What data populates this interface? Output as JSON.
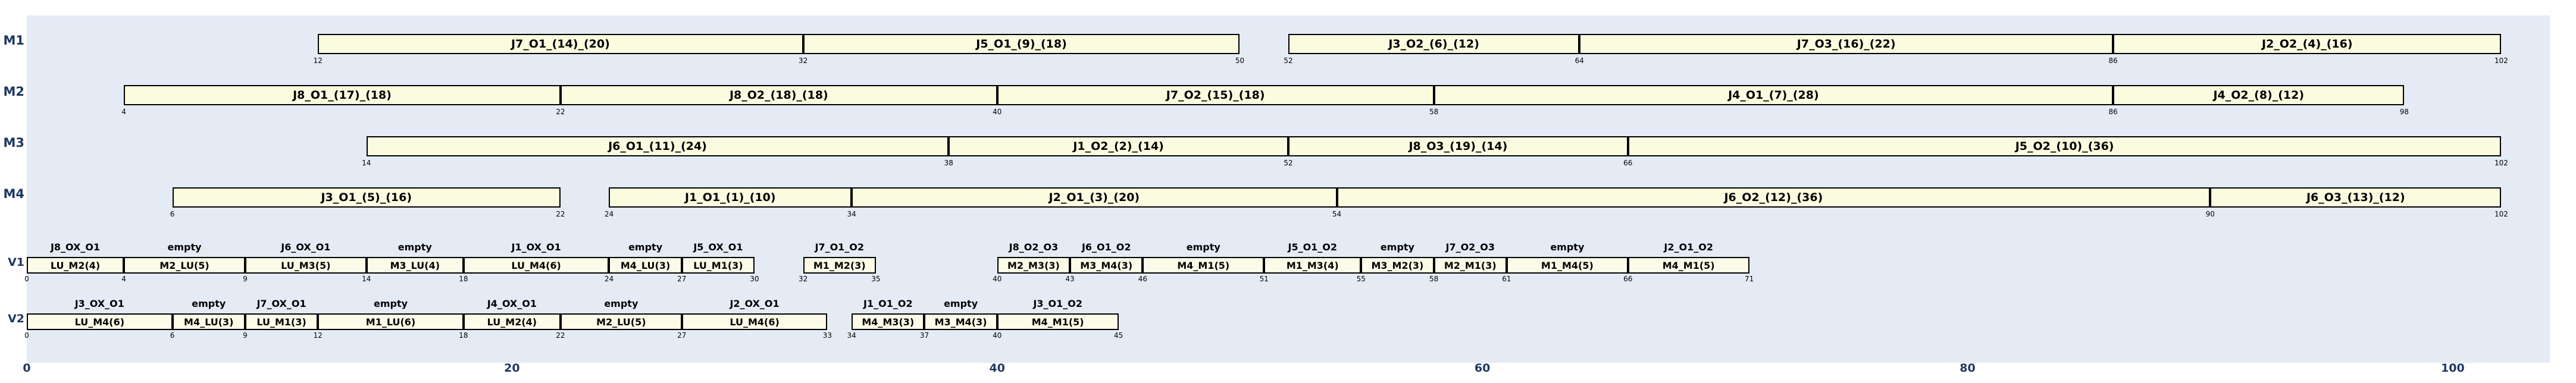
{
  "chart_data": {
    "type": "bar",
    "title": "",
    "xlabel": "",
    "ylabel": "",
    "xlim": [
      0,
      104
    ],
    "ylim": [
      0,
      6
    ],
    "grid": false,
    "legend": "none",
    "categories": [
      "M1",
      "M2",
      "M3",
      "M4",
      "V1",
      "V2"
    ],
    "axis_ticks": [
      {
        "value": 0,
        "label": "0"
      },
      {
        "value": 20,
        "label": "20"
      },
      {
        "value": 40,
        "label": "40"
      },
      {
        "value": 60,
        "label": "60"
      },
      {
        "value": 80,
        "label": "80"
      },
      {
        "value": 100,
        "label": "100"
      }
    ],
    "series": [
      {
        "name": "M1",
        "label": "M1",
        "kind": "machine",
        "bars": [
          {
            "label": "J7_O1_(14)_(20)",
            "start": 12,
            "end": 32
          },
          {
            "label": "J5_O1_(9)_(18)",
            "start": 32,
            "end": 50
          },
          {
            "label": "J3_O2_(6)_(12)",
            "start": 52,
            "end": 64
          },
          {
            "label": "J7_O3_(16)_(22)",
            "start": 64,
            "end": 86
          },
          {
            "label": "J2_O2_(4)_(16)",
            "start": 86,
            "end": 102
          }
        ],
        "ticks": [
          12,
          32,
          50,
          52,
          64,
          86,
          102
        ]
      },
      {
        "name": "M2",
        "label": "M2",
        "kind": "machine",
        "bars": [
          {
            "label": "J8_O1_(17)_(18)",
            "start": 4,
            "end": 22
          },
          {
            "label": "J8_O2_(18)_(18)",
            "start": 22,
            "end": 40
          },
          {
            "label": "J7_O2_(15)_(18)",
            "start": 40,
            "end": 58
          },
          {
            "label": "J4_O1_(7)_(28)",
            "start": 58,
            "end": 86
          },
          {
            "label": "J4_O2_(8)_(12)",
            "start": 86,
            "end": 98
          }
        ],
        "ticks": [
          4,
          22,
          40,
          58,
          86,
          98
        ]
      },
      {
        "name": "M3",
        "label": "M3",
        "kind": "machine",
        "bars": [
          {
            "label": "J6_O1_(11)_(24)",
            "start": 14,
            "end": 38
          },
          {
            "label": "J1_O2_(2)_(14)",
            "start": 38,
            "end": 52
          },
          {
            "label": "J8_O3_(19)_(14)",
            "start": 52,
            "end": 66
          },
          {
            "label": "J5_O2_(10)_(36)",
            "start": 66,
            "end": 102
          }
        ],
        "ticks": [
          14,
          38,
          52,
          66,
          102
        ]
      },
      {
        "name": "M4",
        "label": "M4",
        "kind": "machine",
        "bars": [
          {
            "label": "J3_O1_(5)_(16)",
            "start": 6,
            "end": 22
          },
          {
            "label": "J1_O1_(1)_(10)",
            "start": 24,
            "end": 34
          },
          {
            "label": "J2_O1_(3)_(20)",
            "start": 34,
            "end": 54
          },
          {
            "label": "J6_O2_(12)_(36)",
            "start": 54,
            "end": 90
          },
          {
            "label": "J6_O3_(13)_(12)",
            "start": 90,
            "end": 102
          }
        ],
        "ticks": [
          6,
          22,
          24,
          34,
          54,
          90,
          102
        ]
      },
      {
        "name": "V1",
        "label": "V1",
        "kind": "vehicle",
        "bars": [
          {
            "top": "J8_OX_O1",
            "label": "LU_M2(4)",
            "start": 0,
            "end": 4
          },
          {
            "top": "empty",
            "label": "M2_LU(5)",
            "start": 4,
            "end": 9
          },
          {
            "top": "J6_OX_O1",
            "label": "LU_M3(5)",
            "start": 9,
            "end": 14
          },
          {
            "top": "empty",
            "label": "M3_LU(4)",
            "start": 14,
            "end": 18
          },
          {
            "top": "J1_OX_O1",
            "label": "LU_M4(6)",
            "start": 18,
            "end": 24
          },
          {
            "top": "empty",
            "label": "M4_LU(3)",
            "start": 24,
            "end": 27
          },
          {
            "top": "J5_OX_O1",
            "label": "LU_M1(3)",
            "start": 27,
            "end": 30
          },
          {
            "top": "J7_O1_O2",
            "label": "M1_M2(3)",
            "start": 32,
            "end": 35
          },
          {
            "top": "J8_O2_O3",
            "label": "M2_M3(3)",
            "start": 40,
            "end": 43
          },
          {
            "top": "J6_O1_O2",
            "label": "M3_M4(3)",
            "start": 43,
            "end": 46
          },
          {
            "top": "empty",
            "label": "M4_M1(5)",
            "start": 46,
            "end": 51
          },
          {
            "top": "J5_O1_O2",
            "label": "M1_M3(4)",
            "start": 51,
            "end": 55
          },
          {
            "top": "empty",
            "label": "M3_M2(3)",
            "start": 55,
            "end": 58
          },
          {
            "top": "J7_O2_O3",
            "label": "M2_M1(3)",
            "start": 58,
            "end": 61
          },
          {
            "top": "empty",
            "label": "M1_M4(5)",
            "start": 61,
            "end": 66
          },
          {
            "top": "J2_O1_O2",
            "label": "M4_M1(5)",
            "start": 66,
            "end": 71
          }
        ],
        "ticks": [
          0,
          4,
          9,
          14,
          18,
          24,
          27,
          30,
          32,
          35,
          40,
          43,
          46,
          51,
          55,
          58,
          61,
          66,
          71
        ]
      },
      {
        "name": "V2",
        "label": "V2",
        "kind": "vehicle",
        "bars": [
          {
            "top": "J3_OX_O1",
            "label": "LU_M4(6)",
            "start": 0,
            "end": 6
          },
          {
            "top": "empty",
            "label": "M4_LU(3)",
            "start": 6,
            "end": 9
          },
          {
            "top": "J7_OX_O1",
            "label": "LU_M1(3)",
            "start": 9,
            "end": 12
          },
          {
            "top": "empty",
            "label": "M1_LU(6)",
            "start": 12,
            "end": 18
          },
          {
            "top": "J4_OX_O1",
            "label": "LU_M2(4)",
            "start": 18,
            "end": 22
          },
          {
            "top": "empty",
            "label": "M2_LU(5)",
            "start": 22,
            "end": 27
          },
          {
            "top": "J2_OX_O1",
            "label": "LU_M4(6)",
            "start": 27,
            "end": 33
          },
          {
            "top": "J1_O1_O2",
            "label": "M4_M3(3)",
            "start": 34,
            "end": 37
          },
          {
            "top": "empty",
            "label": "M3_M4(3)",
            "start": 37,
            "end": 40
          },
          {
            "top": "J3_O1_O2",
            "label": "M4_M1(5)",
            "start": 40,
            "end": 45
          }
        ],
        "ticks": [
          0,
          6,
          9,
          12,
          18,
          22,
          27,
          33,
          34,
          37,
          40,
          45
        ]
      }
    ]
  }
}
